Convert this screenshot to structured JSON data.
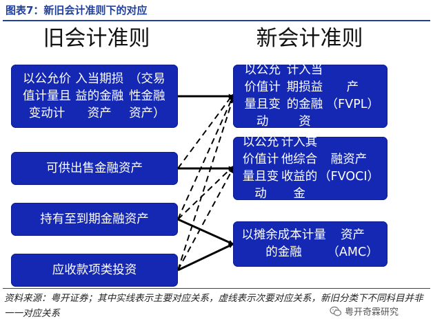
{
  "figure_title": "图表7：新旧会计准则下的对应",
  "column_headers": {
    "old": "旧会计准则",
    "new": "新会计准则"
  },
  "old_boxes": [
    [
      "以公允价值计量且变动计",
      "入当期损益的金融资产",
      "（交易性金融资产）"
    ],
    [
      "可供出售金融资产"
    ],
    [
      "持有至到期金融资产"
    ],
    [
      "应收款项类投资"
    ]
  ],
  "new_boxes": [
    [
      "以公允价值计量且变动",
      "计入当期损益的金融资",
      "产（FVPL）"
    ],
    [
      "以公允价值计量且变动",
      "计入其他综合收益的金",
      "融资产（FVOCI）"
    ],
    [
      "以摊余成本计量的金融",
      "资产（AMC）"
    ]
  ],
  "mappings": {
    "primary": [
      [
        0,
        0
      ],
      [
        1,
        1
      ],
      [
        2,
        2
      ],
      [
        3,
        2
      ]
    ],
    "secondary": [
      [
        1,
        0
      ],
      [
        2,
        0
      ],
      [
        3,
        0
      ],
      [
        2,
        1
      ],
      [
        3,
        1
      ]
    ]
  },
  "source_note": "资料来源：粤开证券；其中实线表示主要对应关系，虚线表示次要对应关系，新旧分类下不同科目并非一一对应关系",
  "watermark": "粤开奇霖研究",
  "colors": {
    "box_fill": "#1428b4",
    "title_blue": "#1f3f9e",
    "arrow": "#000000"
  }
}
